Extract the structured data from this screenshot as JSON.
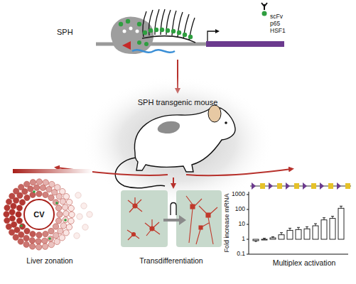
{
  "diagram": {
    "nodes": [
      {
        "text": [
          "CV"
        ]
      }
    ],
    "labels": [
      "SPH",
      "scFv",
      "p65",
      "HSF1",
      "SPH transgenic mouse",
      "Liver zonation",
      "Transdifferentiation",
      "Multiplex activation",
      "Fold increase mRNA",
      "1000",
      "100",
      "10",
      "1",
      "0.1"
    ]
  }
}
